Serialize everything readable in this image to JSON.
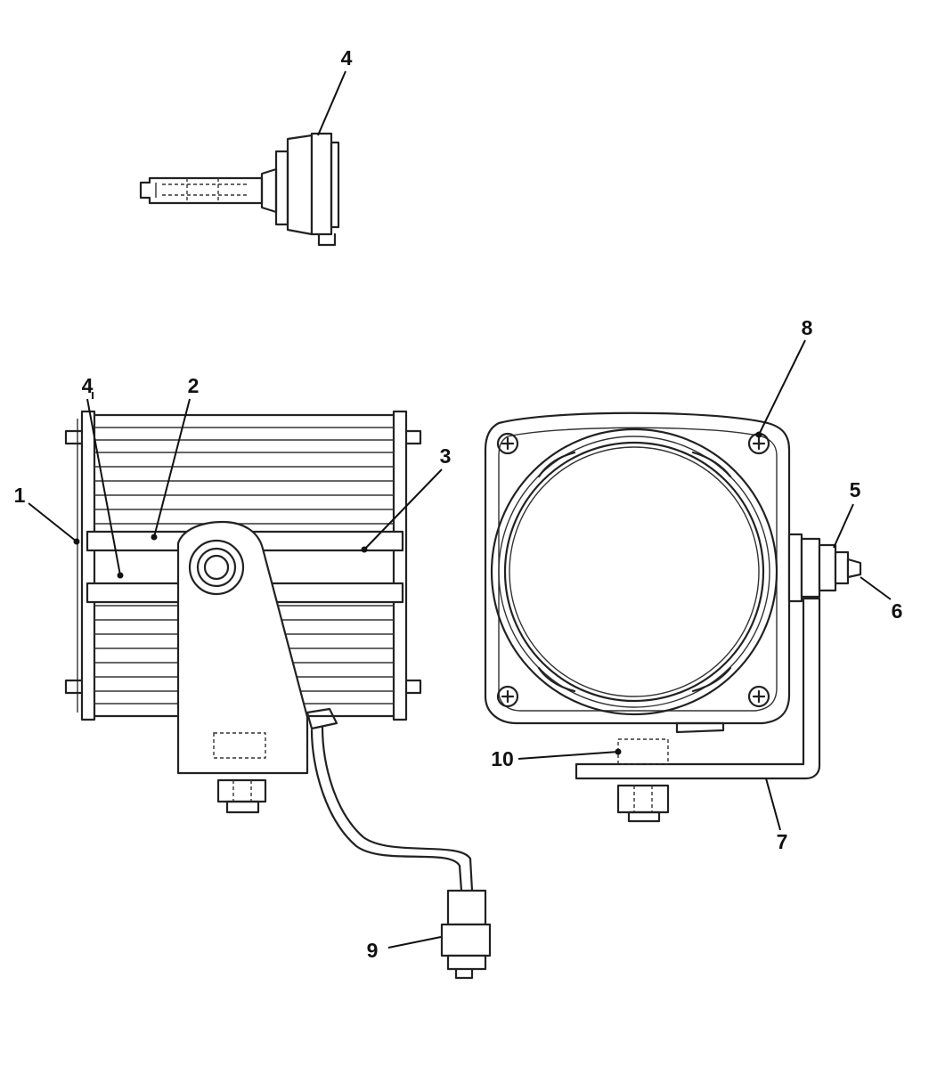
{
  "callouts": {
    "c1": "1",
    "c2": "2",
    "c3": "3",
    "c4_bulb": "4",
    "c4_body": "4",
    "c5": "5",
    "c6": "6",
    "c7": "7",
    "c8": "8",
    "c9": "9",
    "c10": "10"
  }
}
